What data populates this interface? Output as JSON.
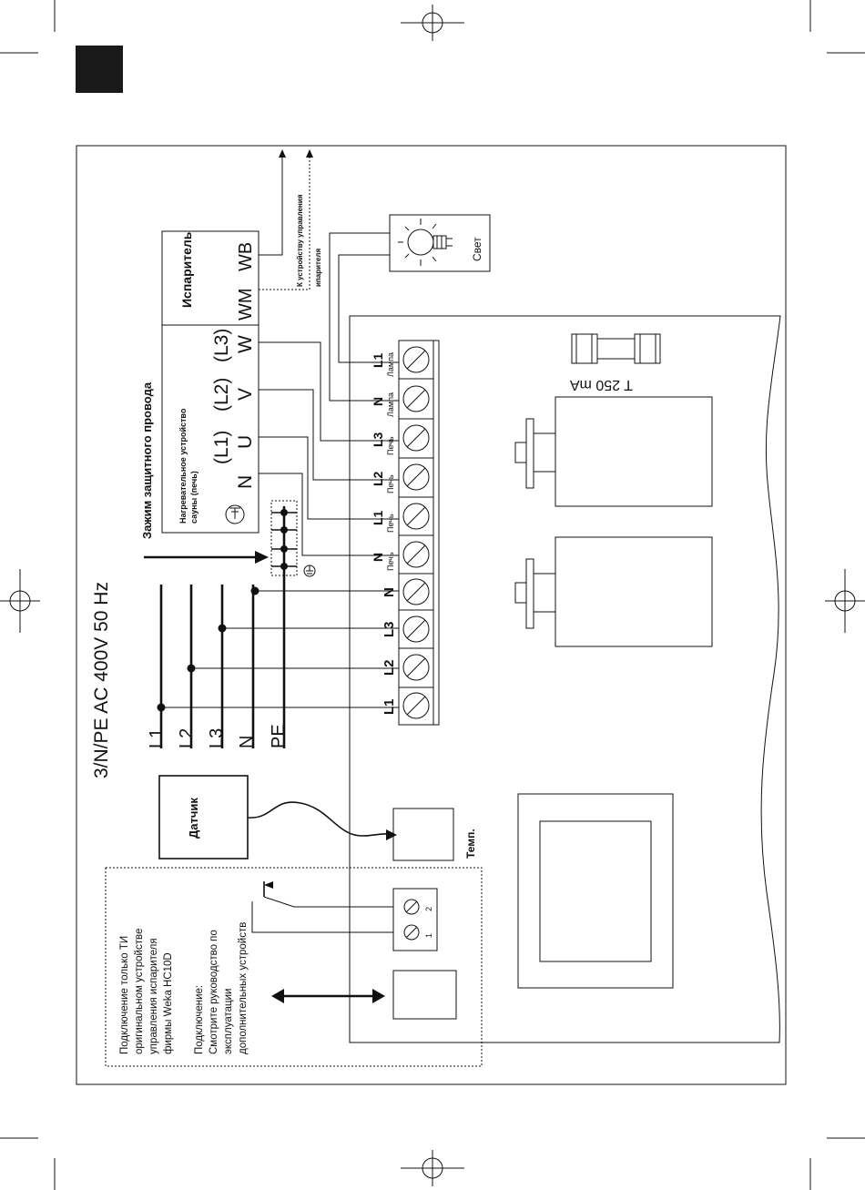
{
  "header": {
    "black_square_color": "#1a1a1a"
  },
  "supply": {
    "title": "3/N/PE AC 400V 50 Hz",
    "lines": [
      "L1",
      "L2",
      "L3",
      "N",
      "PE"
    ]
  },
  "ground_clamp_label": "Зажим защитного провода",
  "heater": {
    "caption_line1": "Нагревательное устройство",
    "caption_line2": "сауны (печь)",
    "terminals_top": [
      "(L1)",
      "(L2)",
      "(L3)"
    ],
    "terminals": [
      "N",
      "U",
      "V",
      "W"
    ]
  },
  "evaporator": {
    "title": "Испаритель",
    "terminals": [
      "WM",
      "WB"
    ],
    "control_line1": "К устройству управления",
    "control_line2": "ипарителя"
  },
  "lamp": {
    "label": "Свет"
  },
  "terminal_block": {
    "main": [
      "L1",
      "L2",
      "L3",
      "N"
    ],
    "heater": [
      {
        "label": "N",
        "sub": "Печь"
      },
      {
        "label": "L1",
        "sub": "Печь"
      },
      {
        "label": "L2",
        "sub": "Печь"
      },
      {
        "label": "L3",
        "sub": "Печь"
      }
    ],
    "lamp": [
      {
        "label": "N",
        "sub": "Лампа"
      },
      {
        "label": "L1",
        "sub": "Лампа"
      }
    ]
  },
  "fuse": {
    "label": "T 250 mA"
  },
  "sensor": {
    "label": "Датчик",
    "port_label": "Темп."
  },
  "switch_terminals": [
    "1",
    "2"
  ],
  "note": {
    "line1": "Подключение только ТИ",
    "line2": "оригинальном устройстве",
    "line3": "управления испарителя",
    "line4": "фирмы Weka HC10D",
    "line5": "Подключение:",
    "line6": "Смотрите руководство по",
    "line7": "эксплуатации",
    "line8": "дополнительных устройств"
  }
}
